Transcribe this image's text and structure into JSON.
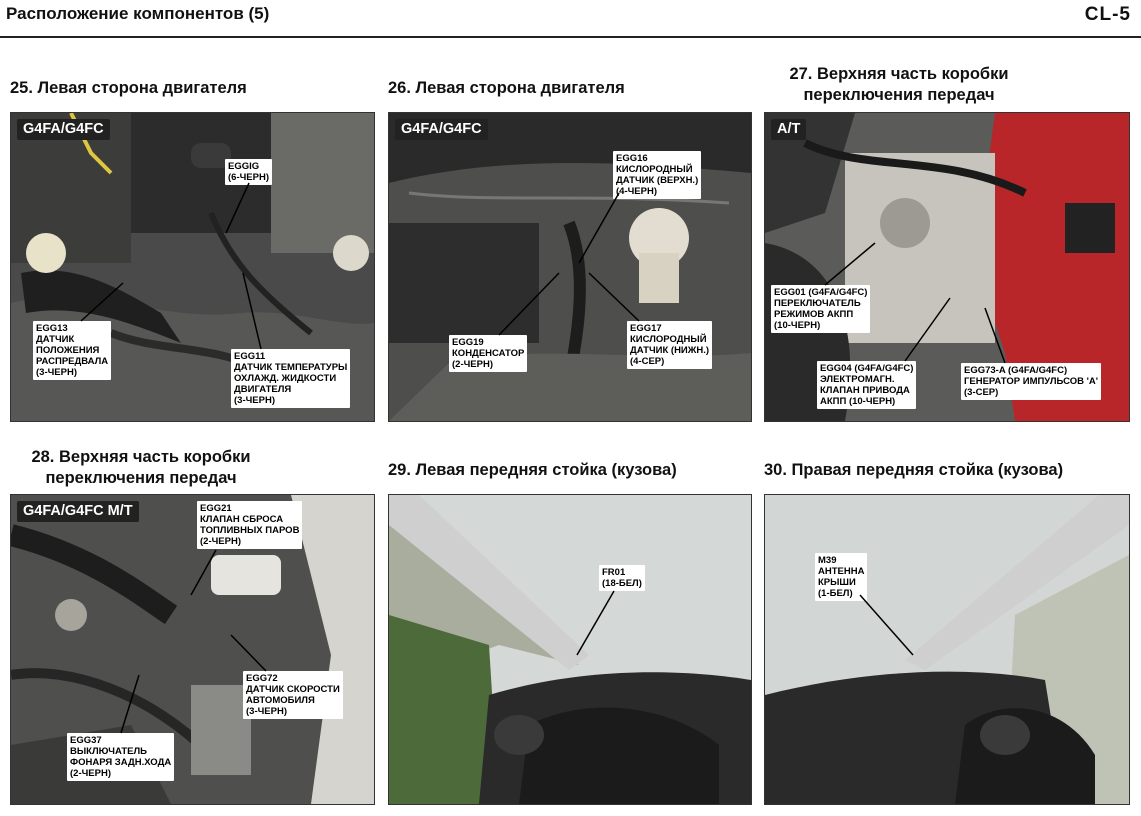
{
  "header": {
    "title": "Расположение компонентов (5)",
    "page_code": "CL-5"
  },
  "panels": [
    {
      "caption": "25. Левая сторона двигателя",
      "tag": "G4FA/G4FC",
      "labels": [
        "EGG13\nДАТЧИК\nПОЛОЖЕНИЯ\nРАСПРЕДВАЛА\n(3-ЧЕРН)",
        "EGGIG\n(6-ЧЕРН)",
        "EGG11\nДАТЧИК ТЕМПЕРАТУРЫ\nОХЛАЖД. ЖИДКОСТИ\nДВИГАТЕЛЯ\n(3-ЧЕРН)"
      ]
    },
    {
      "caption": "26. Левая сторона двигателя",
      "tag": "G4FA/G4FC",
      "labels": [
        "EGG16\nКИСЛОРОДНЫЙ\nДАТЧИК (ВЕРХН.)\n(4-ЧЕРН)",
        "EGG19\nКОНДЕНСАТОР\n(2-ЧЕРН)",
        "EGG17\nКИСЛОРОДНЫЙ\nДАТЧИК (НИЖН.)\n(4-СЕР)"
      ]
    },
    {
      "caption_line1": "27. Верхняя часть коробки",
      "caption_line2": "переключения передач",
      "tag": "A/T",
      "labels": [
        "EGG01 (G4FA/G4FC)\nПЕРЕКЛЮЧАТЕЛЬ\nРЕЖИМОВ АКПП\n(10-ЧЕРН)",
        "EGG04 (G4FA/G4FC)\nЭЛЕКТРОМАГН.\nКЛАПАН ПРИВОДА\nАКПП (10-ЧЕРН)",
        "EGG73-A (G4FA/G4FC)\nГЕНЕРАТОР ИМПУЛЬСОВ 'A'\n(3-СЕР)"
      ]
    },
    {
      "caption_line1": "28. Верхняя часть коробки",
      "caption_line2": "переключения передач",
      "tag": "G4FA/G4FC M/T",
      "labels": [
        "EGG21\nКЛАПАН СБРОСА\nТОПЛИВНЫХ ПАРОВ\n(2-ЧЕРН)",
        "EGG72\nДАТЧИК СКОРОСТИ\nАВТОМОБИЛЯ\n(3-ЧЕРН)",
        "EGG37\nВЫКЛЮЧАТЕЛЬ\nФОНАРЯ ЗАДН.ХОДА\n(2-ЧЕРН)"
      ]
    },
    {
      "caption": "29. Левая передняя стойка (кузова)",
      "labels": [
        "FR01\n(18-БЕЛ)"
      ]
    },
    {
      "caption": "30. Правая передняя стойка (кузова)",
      "labels": [
        "M39\nАНТЕННА\nКРЫШИ\n(1-БЕЛ)"
      ]
    }
  ],
  "colors": {
    "tag_bg": "#222222",
    "engine_dark": "#3a3a3a",
    "bracket_red": "#b8262a",
    "windshield": "#d4d8d6"
  }
}
